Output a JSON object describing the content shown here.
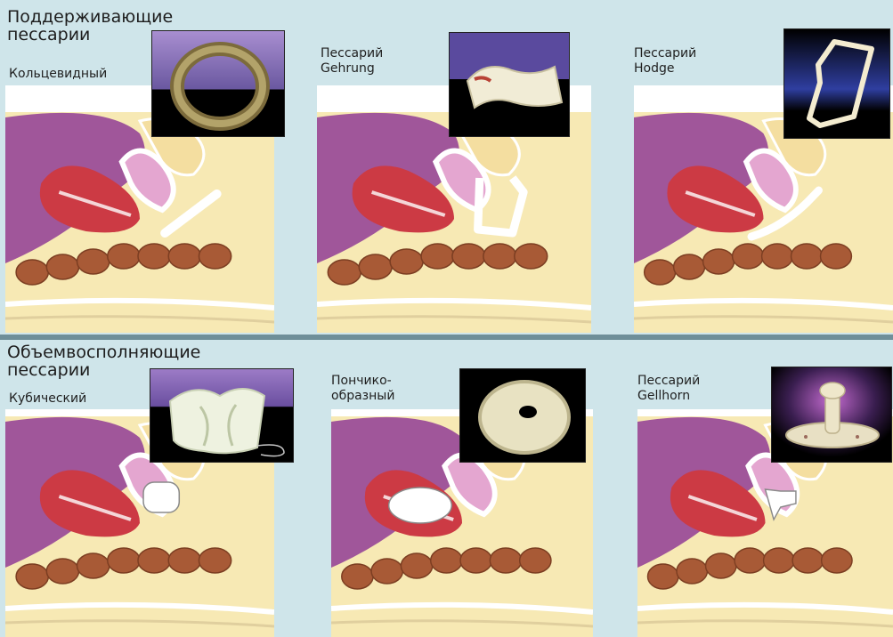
{
  "sections": [
    {
      "title": "Поддерживающие\nпессарии"
    },
    {
      "title": "Объемвосполняющие\nпессарии"
    }
  ],
  "panels": [
    {
      "label": "Кольцевидный",
      "device": "ring",
      "photo": "ring-pessary-photo"
    },
    {
      "label": "Пессарий\nGehrung",
      "device": "gehrung",
      "photo": "gehrung-pessary-photo"
    },
    {
      "label": "Пессарий\nHodge",
      "device": "hodge",
      "photo": "hodge-pessary-photo"
    },
    {
      "label": "Кубический",
      "device": "cube",
      "photo": "cube-pessary-photo"
    },
    {
      "label": "Пончико-\nобразный",
      "device": "donut",
      "photo": "donut-pessary-photo"
    },
    {
      "label": "Пессарий\nGellhorn",
      "device": "gellhorn",
      "photo": "gellhorn-pessary-photo"
    }
  ],
  "colors": {
    "background": "#cfe5ea",
    "divider": "#6f8f99",
    "organ_purple": "#a0569a",
    "uterus_red": "#cc3a44",
    "bladder_pink": "#e4a6d0",
    "bowel_brown": "#a85a36",
    "fat_cream": "#f7e9b4",
    "device_white": "#ffffff"
  }
}
